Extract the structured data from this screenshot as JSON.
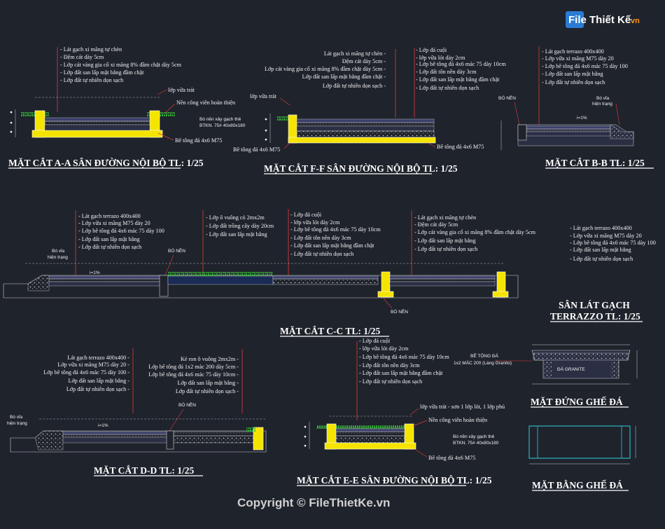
{
  "logo": {
    "brand": "File Thiết Kế",
    "suffix": ".vn"
  },
  "copyright": "Copyright © FileThietKe.vn",
  "sections": {
    "aa": {
      "title": "MẶT CẮT A-A SÂN ĐƯỜNG NỘI BỘ  TL: 1/25",
      "notes": [
        "- Lát gạch xi măng tự chèn",
        "- Đệm cát dày 5cm",
        "- Lớp cát vàng gia cố xi măng 8% đầm chặt dày 5cm",
        "- Lớp đất san lấp mặt bằng đầm chặt",
        "- Lớp đất tự nhiên dọn sạch"
      ],
      "label_vua_trat": "lớp vữa trát",
      "label_nen_cong_vien": "Nền công viên hoàn thiện",
      "label_bo_nen": "Bó nền xây gạch thẻ",
      "label_btkn": "BTKN. 75# 40x80x180",
      "label_be_tong": "Bê tông đá 4x6 M75"
    },
    "ff": {
      "title": "MẶT CẮT F-F SÂN ĐƯỜNG NỘI BỘ  TL: 1/25",
      "notes_left": [
        "Lát gạch xi măng tự chèn -",
        "Đệm cát dày 5cm -",
        "Lớp cát vàng gia cố xi măng 8% đầm chặt dày 5cm -",
        "Lớp đất san lấp mặt bằng đầm chặt -",
        "Lớp đất tự nhiên dọn sạch -"
      ],
      "notes_right": [
        "- Lớp đá cuội",
        "- lớp vữa lót dày 2cm",
        "- Lớp bê tông đá 4x6 mác 75 dày 10cm",
        "- Lớp đất tôn nền dày 3cm",
        "- Lớp đất san lấp mặt bằng đầm chặt",
        "- Lớp đất tự nhiên dọn sạch"
      ],
      "label_vua_trat": "lớp vữa trát",
      "label_be_tong_left": "Bê tông đá 4x6 M75",
      "label_be_tong_right": "Bê tông đá 4x6 M75"
    },
    "bb": {
      "title": "MẶT CẮT B-B  TL: 1/25",
      "notes": [
        "- Lát gạch terrazo 400x400",
        "- Lớp vữa xi măng M75 dày 20",
        "- Lớp bê tông đá 4x6 mác 75 dày 100",
        "- Lớp đất san lấp mặt bằng",
        "- Lớp đất tự nhiên dọn sạch"
      ],
      "label_bo_nen": "BÓ NỀN",
      "label_bo_via": "Bó vỉa",
      "label_hien_trang": "hiện trạng",
      "slope": "i=1%"
    },
    "cc": {
      "title": "MẶT CẮT C-C  TL: 1/25",
      "notes_1": [
        "- Lát gạch terrazo 400x400",
        "- Lớp vữa xi măng M75 dày 20",
        "- Lớp bê tông đá 4x6 mác 75 dày 100",
        "- Lớp đất san lấp mặt bằng",
        "- Lớp đất tự nhiên dọn sạch"
      ],
      "notes_2": [
        "- Lớp ô vuông cỏ 2mx2m",
        "- Lớp đất trồng cây dày 20cm",
        "- Lớp đất san lấp mặt bằng"
      ],
      "notes_3": [
        "- Lớp đá cuội",
        "- lớp vữa lót dày 2cm",
        "- Lớp bê tông đá 4x6 mác 75 dày 10cm",
        "- Lớp đất tôn nền dày 3cm",
        "- Lớp đất san lấp mặt bằng đầm chặt",
        "- Lớp đất tự nhiên dọn sạch"
      ],
      "notes_4": [
        "- Lát gạch xi măng tự chèn",
        "- Đệm cát dày 5cm",
        "- Lớp cát vàng gia cố xi măng 8% đầm chặt dày 5cm",
        "- Lớp đất san lấp mặt bằng",
        "- Lớp đất tự nhiên dọn sạch"
      ],
      "label_bo_via": "Bó vỉa",
      "label_hien_trang": "hiện trạng",
      "label_bo_nen": "BÓ NỀN",
      "label_bo_nen_2": "BÓ NỀN",
      "slope": "i=1%"
    },
    "terrazzo": {
      "title_1": "SÂN LÁT GẠCH",
      "title_2": "TERRAZZO  TL: 1/25",
      "notes": [
        "- Lát gạch terrazo 400x400",
        "- Lớp vữa xi măng M75 dày 20",
        "- Lớp bê tông đá 4x6 mác 75 dày 100",
        "- Lớp đất san lấp mặt bằng",
        "- Lớp đất tự nhiên dọn sạch"
      ]
    },
    "dd": {
      "title": "MẶT CẮT D-D  TL: 1/25",
      "notes_left": [
        "Lát gạch terrazo 400x400 -",
        "Lớp vữa xi măng M75 dày 20 -",
        "Lớp bê tông đá 4x6 mác 75 dày 100 -",
        "Lớp đất san lấp mặt bằng -",
        "Lớp đất tự nhiên dọn sạch -"
      ],
      "notes_right": [
        "Kẻ ron ô vuông 2mx2m -",
        "Lớp bê tông đá 1x2 mác 200 dày 5cm -",
        "Lớp bê tông đá 4x6 mác 75 dày 10cm -",
        "Lớp đất san lấp mặt bằng -",
        "Lớp đất tự nhiên dọn sạch -"
      ],
      "label_bo_via": "Bó vỉa",
      "label_hien_trang": "hiện trạng",
      "label_bo_nen": "BÓ NỀN",
      "slope": "i=1%"
    },
    "ee": {
      "title": "MẶT CẮT E-E SÂN ĐƯỜNG NỘI BỘ  TL: 1/25",
      "notes": [
        "- Lớp đá cuội",
        "- lớp vữa lót dày 2cm",
        "- Lớp bê tông đá 4x6 mác 75 dày 10cm",
        "- Lớp đất tôn nền dày 3cm",
        "- Lớp đất san lấp mặt bằng đầm chặt",
        "- Lớp đất tự nhiên dọn sạch"
      ],
      "label_vua_trat": "lớp vữa trát - sơn 1 lớp lót, 1 lớp phủ",
      "label_nen_cong_vien": "Nền công viên hoàn thiện",
      "label_bo_nen": "Bó nền xây gạch thẻ",
      "label_btkn": "BTKN. 75# 40x80x180",
      "label_be_tong": "Bê tông đá 4x6 M75"
    },
    "bench_elev": {
      "title": "MẶT ĐỨNG GHẾ ĐÁ",
      "label_be_tong": "BÊ TÔNG ĐÁ",
      "label_mac": "1x2 MÁC 200 (Láng Granito)",
      "label_granite": "ĐÁ GRANITE"
    },
    "bench_plan": {
      "title": "MẶT BẰNG GHẾ ĐÁ"
    }
  }
}
